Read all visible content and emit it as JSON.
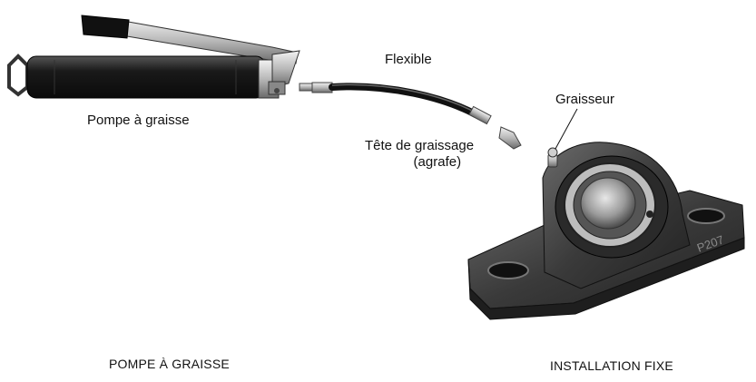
{
  "labels": {
    "pompe": "Pompe à graisse",
    "flexible": "Flexible",
    "tete_line1": "Tête de graissage",
    "tete_line2": "(agrafe)",
    "graisseur": "Graisseur",
    "bearing_mark": "P207"
  },
  "captions": {
    "left": "POMPE À GRAISSE",
    "right": "INSTALLATION FIXE"
  }
}
